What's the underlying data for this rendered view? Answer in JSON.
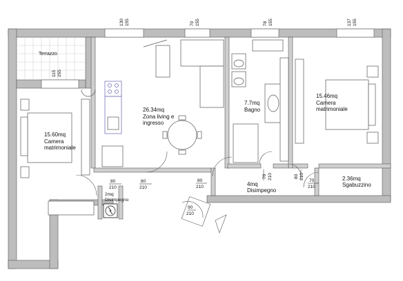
{
  "plan": {
    "rooms": {
      "terrazzo": "Terrazzo",
      "camera1_area": "15.60mq",
      "camera1_name_1": "Camera",
      "camera1_name_2": "matrimoniale",
      "living_area": "26.34mq",
      "living_name_1": "Zona living e",
      "living_name_2": "ingresso",
      "bagno_area": "7.7mq",
      "bagno_name": "Bagno",
      "camera2_area": "15.46mq",
      "camera2_name_1": "Camera",
      "camera2_name_2": "matrimoniale",
      "disimpegno_area": "4mq",
      "disimpegno_name": "Disimpegno",
      "sgabuzzino_area": "2.36mq",
      "sgabuzzino_name": "Sgabuzzino",
      "small_disimpegno_area": "2mq",
      "small_disimpegno_name": "Disimpegno"
    },
    "windows": {
      "w1_a": "130",
      "w1_b": "155",
      "w2_a": "70",
      "w2_b": "155",
      "w3_a": "78",
      "w3_b": "155",
      "w4_a": "137",
      "w4_b": "155",
      "w5_a": "115",
      "w5_b": "255"
    },
    "doors": {
      "d1_a": "80",
      "d1_b": "210",
      "d2_a": "80",
      "d2_b": "210",
      "d3_a": "80",
      "d3_b": "210",
      "d4_a": "70",
      "d4_b": "210",
      "d5_a": "80",
      "d5_b": "210",
      "d6_a": "70",
      "d6_b": "210",
      "d7_a": "90",
      "d7_b": "210"
    }
  }
}
